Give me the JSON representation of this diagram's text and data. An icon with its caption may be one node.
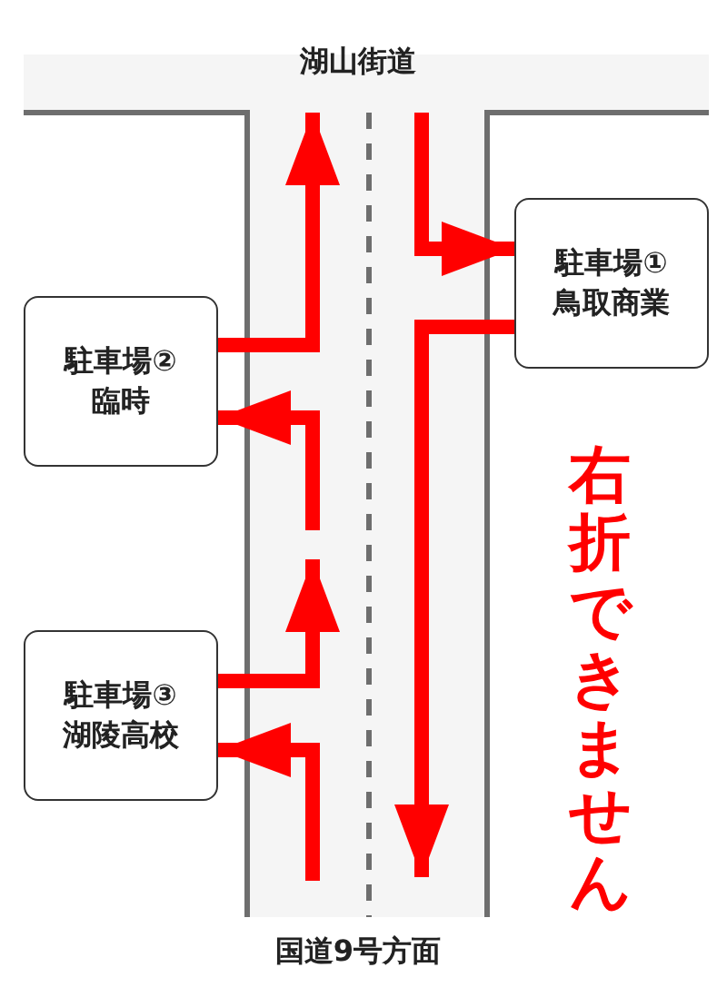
{
  "diagram": {
    "nodes": [
      {
        "text": [
          "駐車場①",
          "鳥取商業"
        ]
      },
      {
        "text": [
          "駐車場②",
          "臨時"
        ]
      },
      {
        "text": [
          "駐車場③",
          "湖陵高校"
        ]
      }
    ],
    "edges": [
      {
        "from": null,
        "to": 0,
        "arrow": "to"
      },
      {
        "from": 0,
        "to": null,
        "arrow": "to"
      },
      {
        "from": 1,
        "to": null,
        "arrow": "to"
      },
      {
        "from": null,
        "to": 1,
        "arrow": "to"
      },
      {
        "from": 2,
        "to": null,
        "arrow": "to"
      },
      {
        "from": null,
        "to": 2,
        "arrow": "to"
      }
    ],
    "labels": [
      "湖山街道",
      "右折できません",
      "国道9号方面"
    ]
  }
}
